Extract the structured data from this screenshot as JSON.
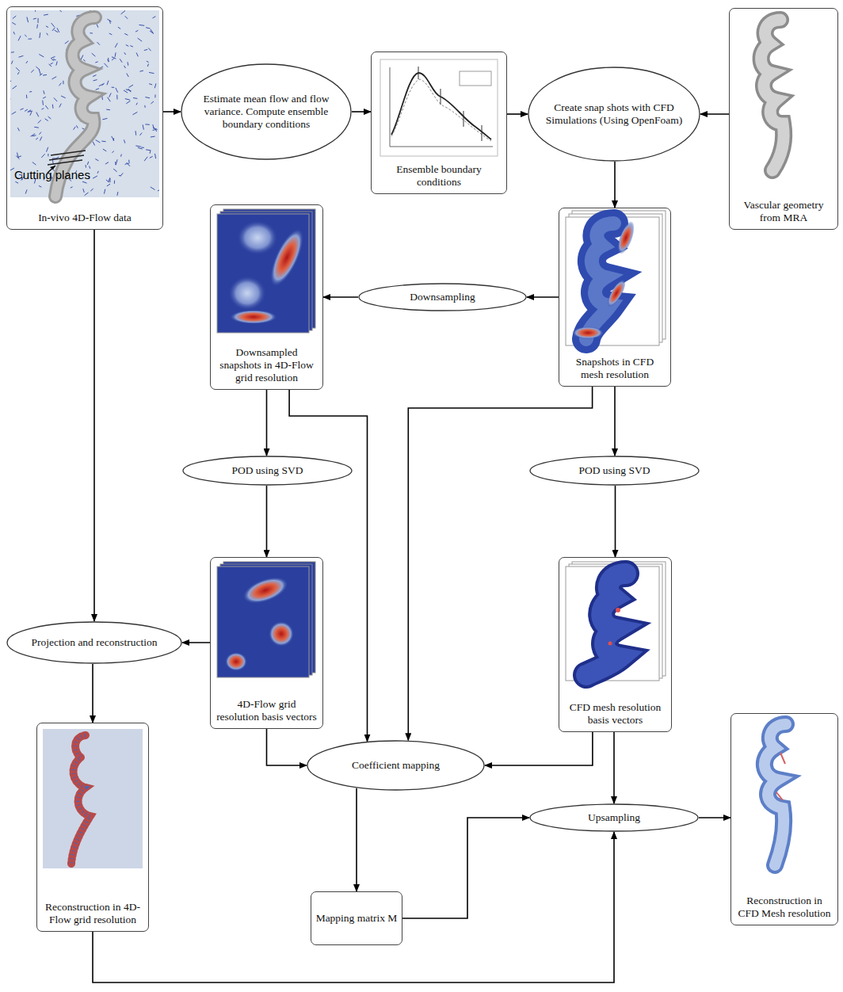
{
  "diagram": {
    "nodes": [
      {
        "text": [
          "In-vivo 4D-Flow data"
        ]
      },
      {
        "text": [
          "Estimate mean flow and flow variance. Compute ensemble boundary conditions"
        ]
      },
      {
        "text": [
          "Ensemble boundary conditions"
        ]
      },
      {
        "text": [
          "Create snap shots with CFD Simulations (Using OpenFoam)"
        ]
      },
      {
        "text": [
          "Vascular geometry from MRA"
        ]
      },
      {
        "text": [
          "Downsampled snapshots in 4D-Flow grid resolution"
        ]
      },
      {
        "text": [
          "Downsampling"
        ]
      },
      {
        "text": [
          "Snapshots in CFD mesh resolution"
        ]
      },
      {
        "text": [
          "POD using SVD"
        ]
      },
      {
        "text": [
          "POD using SVD"
        ]
      },
      {
        "text": [
          "4D-Flow grid resolution basis vectors"
        ]
      },
      {
        "text": [
          "CFD mesh resolution basis vectors"
        ]
      },
      {
        "text": [
          "Projection and reconstruction"
        ]
      },
      {
        "text": [
          "Coefficient mapping"
        ]
      },
      {
        "text": [
          "Reconstruction in 4D-Flow grid resolution"
        ]
      },
      {
        "text": [
          "Upsampling"
        ]
      },
      {
        "text": [
          "Reconstruction in CFD Mesh resolution"
        ]
      },
      {
        "text": [
          "Mapping matrix M"
        ]
      }
    ],
    "edges": [
      {
        "from": 0,
        "to": 1,
        "arrow": "to"
      },
      {
        "from": 1,
        "to": 2,
        "arrow": "to"
      },
      {
        "from": 2,
        "to": 3,
        "arrow": "to"
      },
      {
        "from": 4,
        "to": 3,
        "arrow": "to"
      },
      {
        "from": 3,
        "to": 7,
        "arrow": "to"
      },
      {
        "from": 7,
        "to": 6,
        "arrow": "to"
      },
      {
        "from": 6,
        "to": 5,
        "arrow": "to"
      },
      {
        "from": 5,
        "to": 8,
        "arrow": "to"
      },
      {
        "from": 8,
        "to": 10,
        "arrow": "to"
      },
      {
        "from": 7,
        "to": 9,
        "arrow": "to"
      },
      {
        "from": 9,
        "to": 11,
        "arrow": "to"
      },
      {
        "from": 0,
        "to": 12,
        "arrow": "to"
      },
      {
        "from": 10,
        "to": 12,
        "arrow": "to"
      },
      {
        "from": 12,
        "to": 14,
        "arrow": "to"
      },
      {
        "from": 5,
        "to": 13,
        "arrow": "to"
      },
      {
        "from": 7,
        "to": 13,
        "arrow": "to"
      },
      {
        "from": 10,
        "to": 13,
        "arrow": "to"
      },
      {
        "from": 11,
        "to": 13,
        "arrow": "to"
      },
      {
        "from": 11,
        "to": 15,
        "arrow": "to"
      },
      {
        "from": 13,
        "to": 17,
        "arrow": "to"
      },
      {
        "from": 17,
        "to": 15,
        "arrow": "to"
      },
      {
        "from": 14,
        "to": 15,
        "arrow": "to"
      },
      {
        "from": 15,
        "to": 16,
        "arrow": "to"
      }
    ],
    "labels": [
      "Cutting planes"
    ]
  }
}
